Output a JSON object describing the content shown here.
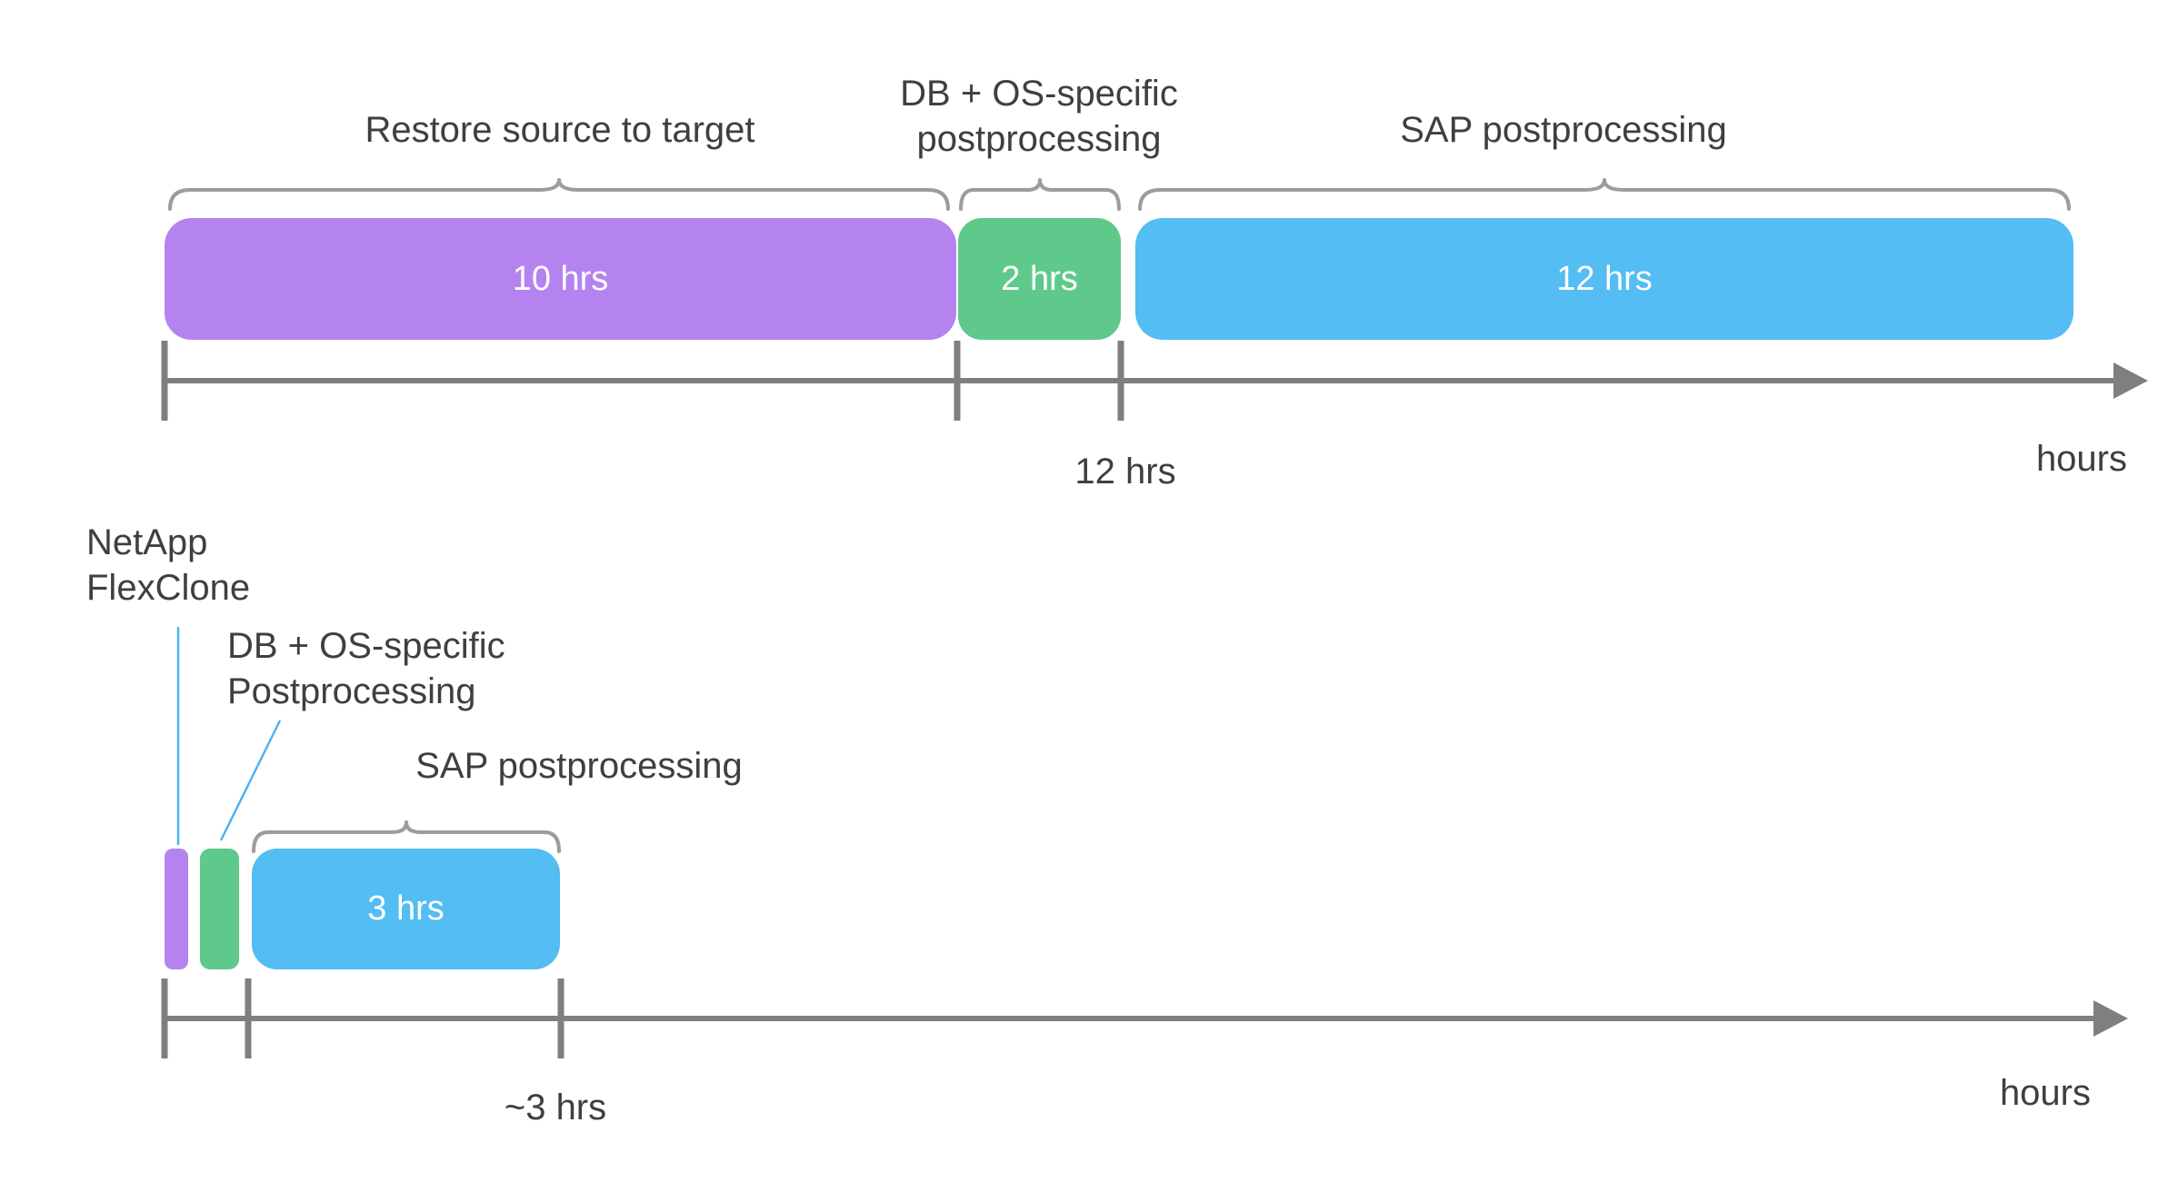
{
  "top": {
    "restore_label": "Restore source to target",
    "db_os_label_line1": "DB + OS-specific",
    "db_os_label_line2": "postprocessing",
    "sap_label": "SAP postprocessing",
    "restore_bar": "10 hrs",
    "db_os_bar": "2 hrs",
    "sap_bar": "12 hrs",
    "total_tick": "12 hrs",
    "axis_unit": "hours"
  },
  "bottom": {
    "flexclone_label_line1": "NetApp",
    "flexclone_label_line2": "FlexClone",
    "db_os_label_line1": "DB + OS-specific",
    "db_os_label_line2": "Postprocessing",
    "sap_label": "SAP postprocessing",
    "sap_bar": "3 hrs",
    "total_tick": "~3 hrs",
    "axis_unit": "hours"
  },
  "colors": {
    "purple": "#B583EF",
    "green": "#5FC98B",
    "blue": "#54BDF3",
    "axis_gray": "#7F7F7F",
    "brace_gray": "#9C9C9C",
    "leader_blue": "#4FB3F0",
    "text": "#404040"
  }
}
